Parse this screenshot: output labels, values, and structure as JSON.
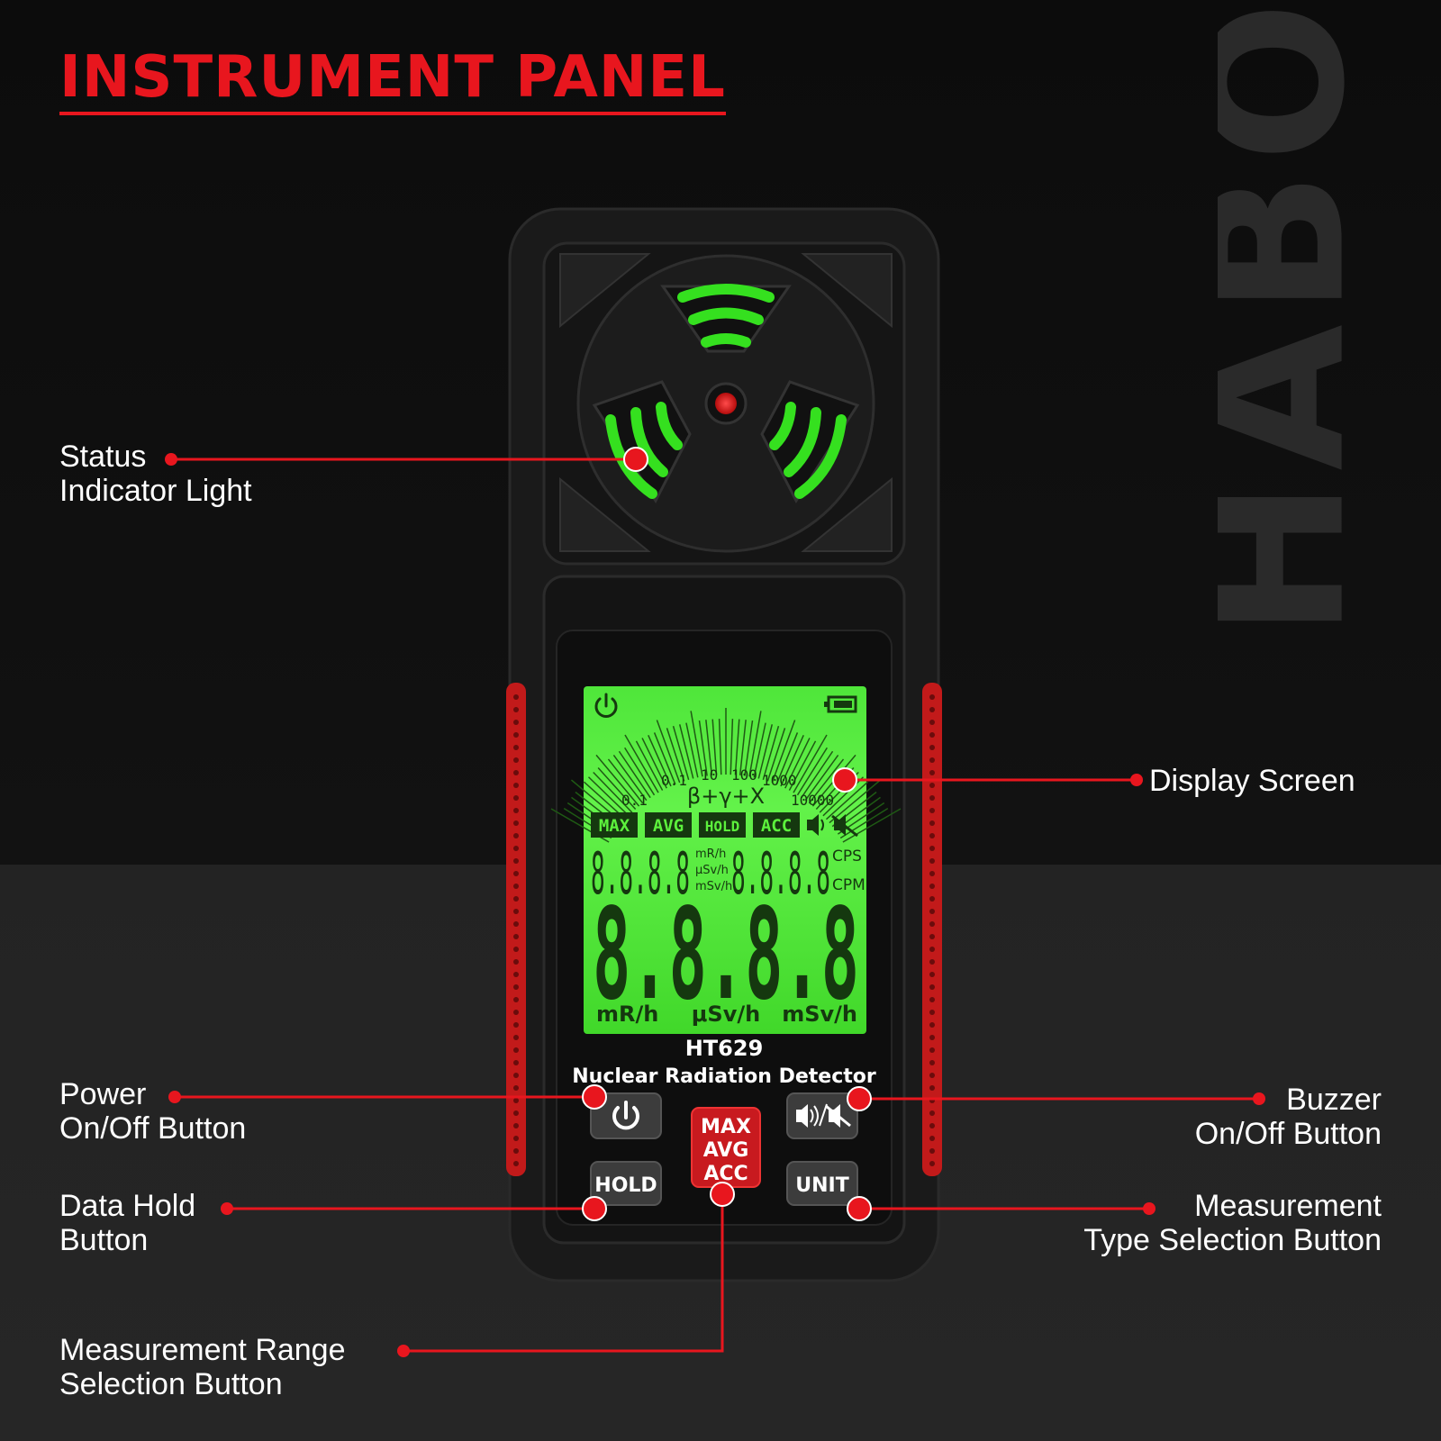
{
  "page": {
    "title": "INSTRUMENT PANEL",
    "watermark": "HABO"
  },
  "device": {
    "model": "HT629",
    "name": "Nuclear Radiation Detector",
    "lcd": {
      "scale_ticks": [
        "0.1",
        "0.1",
        "10",
        "100",
        "1000",
        "10000"
      ],
      "radiation_types": "β+γ+X",
      "modes": [
        "MAX",
        "AVG",
        "HOLD",
        "ACC"
      ],
      "small_units": [
        "mR/h",
        "μSv/h",
        "mSv/h"
      ],
      "count_units": [
        "CPS",
        "CPM"
      ],
      "digits_small": "8.8.8.8",
      "digits_large": "8.8.8.8",
      "bottom_units": [
        "mR/h",
        "μSv/h",
        "mSv/h"
      ]
    },
    "buttons": {
      "hold": "HOLD",
      "unit": "UNIT",
      "range": [
        "MAX",
        "AVG",
        "ACC"
      ]
    }
  },
  "callouts": {
    "status_light": [
      "Status",
      "Indicator Light"
    ],
    "display_screen": [
      "Display Screen"
    ],
    "power": [
      "Power",
      "On/Off Button"
    ],
    "buzzer": [
      "Buzzer",
      "On/Off Button"
    ],
    "hold": [
      "Data Hold",
      "Button"
    ],
    "type": [
      "Measurement",
      "Type Selection Button"
    ],
    "range": [
      "Measurement Range",
      "Selection Button"
    ]
  },
  "colors": {
    "accent_red": "#e8161e",
    "lcd_green": "#5cf03c",
    "glow_green": "#35e01f",
    "body": "#1b1b1b"
  }
}
